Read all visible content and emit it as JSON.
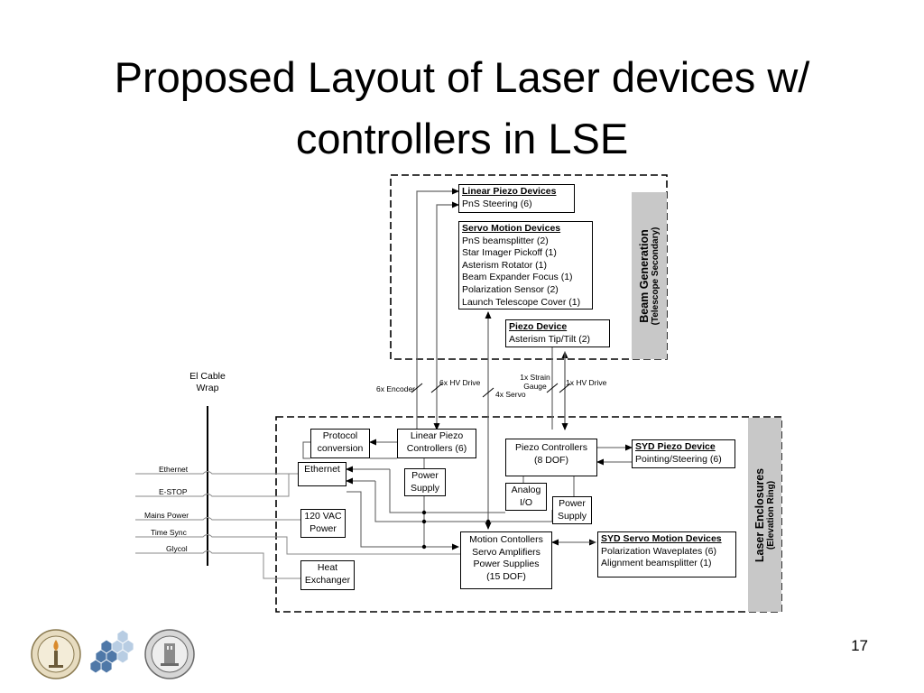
{
  "slide": {
    "title_line1": "Proposed Layout of Laser devices w/",
    "title_line2": "controllers in LSE",
    "page_number": "17"
  },
  "beam_generation": {
    "title": "Beam Generation",
    "subtitle": "(Telescope Secondary)",
    "linear_piezo_devices": {
      "header": "Linear Piezo Devices",
      "items": [
        "PnS Steering (6)"
      ]
    },
    "servo_motion_devices": {
      "header": "Servo Motion Devices",
      "items": [
        "PnS beamsplitter (2)",
        "Star Imager Pickoff (1)",
        "Asterism Rotator (1)",
        "Beam Expander Focus (1)",
        "Polarization Sensor (2)",
        "Launch Telescope Cover (1)"
      ]
    },
    "piezo_device": {
      "header": "Piezo Device",
      "items": [
        "Asterism Tip/Tilt (2)"
      ]
    }
  },
  "cable_wrap": {
    "line1": "El Cable",
    "line2": "Wrap"
  },
  "signals": {
    "encoder": "6x Encoder",
    "hv_drive_6": "6x HV Drive",
    "servo_4": "4x Servo",
    "strain_gauge_line1": "1x Strain",
    "strain_gauge_line2": "Gauge",
    "hv_drive_1": "1x HV Drive"
  },
  "inputs": [
    "Ethernet",
    "E-STOP",
    "Mains Power",
    "Time Sync",
    "Glycol"
  ],
  "laser_enclosures": {
    "title": "Laser Enclosures",
    "subtitle": "(Elevation Ring)",
    "protocol_conversion": [
      "Protocol",
      "conversion"
    ],
    "linear_piezo_controllers": [
      "Linear Piezo",
      "Controllers (6)"
    ],
    "piezo_controllers": [
      "Piezo Controllers",
      "(8 DOF)"
    ],
    "syd_piezo_device": {
      "header": "SYD Piezo Device",
      "items": [
        "Pointing/Steering (6)"
      ]
    },
    "ethernet": [
      "Ethernet"
    ],
    "power_supply_a": [
      "Power",
      "Supply"
    ],
    "analog_io": [
      "Analog",
      "I/O"
    ],
    "power_supply_b": [
      "Power",
      "Supply"
    ],
    "vac_power": [
      "120 VAC",
      "Power"
    ],
    "motion_controllers": [
      "Motion Contollers",
      "Servo Amplifiers",
      "Power Supplies",
      "(15 DOF)"
    ],
    "syd_servo_motion_devices": {
      "header": "SYD Servo Motion Devices",
      "items": [
        "Polarization Waveplates (6)",
        "Alignment beamsplitter (1)"
      ]
    },
    "heat_exchanger": [
      "Heat",
      "Exchanger"
    ]
  },
  "colors": {
    "sidebar": "#c8c8c8",
    "line": "#000000",
    "connector": "#555555"
  }
}
